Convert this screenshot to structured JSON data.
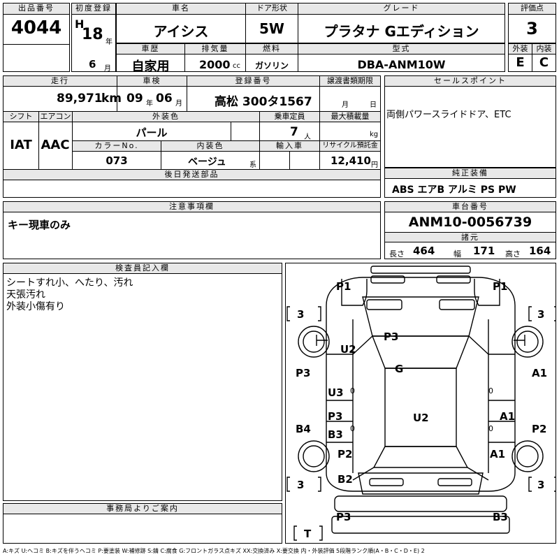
{
  "top": {
    "lot_label": "出品番号",
    "lot": "4044",
    "reg_label": "初度登録",
    "era": "H",
    "year": "18",
    "year_unit": "年",
    "month": "6",
    "month_unit": "月",
    "name_label": "車名",
    "name": "アイシス",
    "door_label": "ドア形状",
    "door": "5W",
    "grade_label": "グレード",
    "grade": "プラタナ Gエディション",
    "score_label": "評価点",
    "score": "3",
    "history_label": "車歴",
    "history": "自家用",
    "disp_label": "排気量",
    "disp": "2000",
    "disp_unit": "cc",
    "fuel_label": "燃料",
    "fuel": "ガソリン",
    "model_label": "型式",
    "model": "DBA-ANM10W",
    "ext_label": "外装",
    "ext": "E",
    "int_label": "内装",
    "int": "C"
  },
  "mid": {
    "mileage_label": "走行",
    "mileage": "89,971",
    "mileage_unit": "km",
    "inspect_label": "車検",
    "inspect_y": "09",
    "inspect_y_unit": "年",
    "inspect_m": "06",
    "inspect_m_unit": "月",
    "plate_label": "登録番号",
    "plate": "高松 300タ1567",
    "transfer_label": "譲渡書類期限",
    "transfer_m_unit": "月",
    "transfer_d_unit": "日",
    "shift_label": "シフト",
    "shift": "IAT",
    "ac_label": "エアコン",
    "ac": "AAC",
    "color_label": "外装色",
    "color": "パール",
    "capacity_label": "乗車定員",
    "capacity": "7",
    "capacity_unit": "人",
    "load_label": "最大積載量",
    "load_unit": "kg",
    "colorno_label": "カラーNo.",
    "colorno": "073",
    "intcolor_label": "内装色",
    "intcolor": "ベージュ",
    "intcolor_unit": "系",
    "import_label": "輸入車",
    "recycle_label": "リサイクル預託金",
    "recycle": "12,410",
    "recycle_unit": "円",
    "later_label": "後日発送部品"
  },
  "sales": {
    "label": "セールスポイント",
    "text": "両側パワースライドドア、ETC"
  },
  "equip": {
    "label": "純正装備",
    "text": "ABS エアB アルミ PS PW"
  },
  "notice": {
    "label": "注意事項欄",
    "text": "キー現車のみ"
  },
  "chassis": {
    "label": "車台番号",
    "number": "ANM10-0056739",
    "spec_label": "諸元",
    "len_label": "長さ",
    "len": "464",
    "wid_label": "幅",
    "wid": "171",
    "hei_label": "高さ",
    "hei": "164"
  },
  "inspector": {
    "label": "検査員記入欄",
    "lines": [
      "シートすれ小、へたり、汚れ",
      "天張汚れ",
      "外装小傷有り"
    ]
  },
  "office": {
    "label": "事務局よりご案内"
  },
  "legend": "A:キズ U:ヘコミ B:キズを伴うヘコミ P:要塗装 W:補修跡 S:錆 C:腐食 G:フロントガラス点キズ XX:交換済み X:要交換 内・外装評価 5段階ランク順(A・B・C・D・E) 2",
  "diagram": {
    "tires": [
      "3",
      "3",
      "3",
      "3",
      "T"
    ],
    "marks": [
      "P1",
      "P1",
      "P3",
      "U2",
      "G",
      "P3",
      "A1",
      "U3",
      "P3",
      "U2",
      "A1",
      "B4",
      "B3",
      "P2",
      "P2",
      "A1",
      "B2",
      "P3",
      "B3"
    ],
    "zeros": [
      "0",
      "0",
      "0",
      "0"
    ]
  }
}
